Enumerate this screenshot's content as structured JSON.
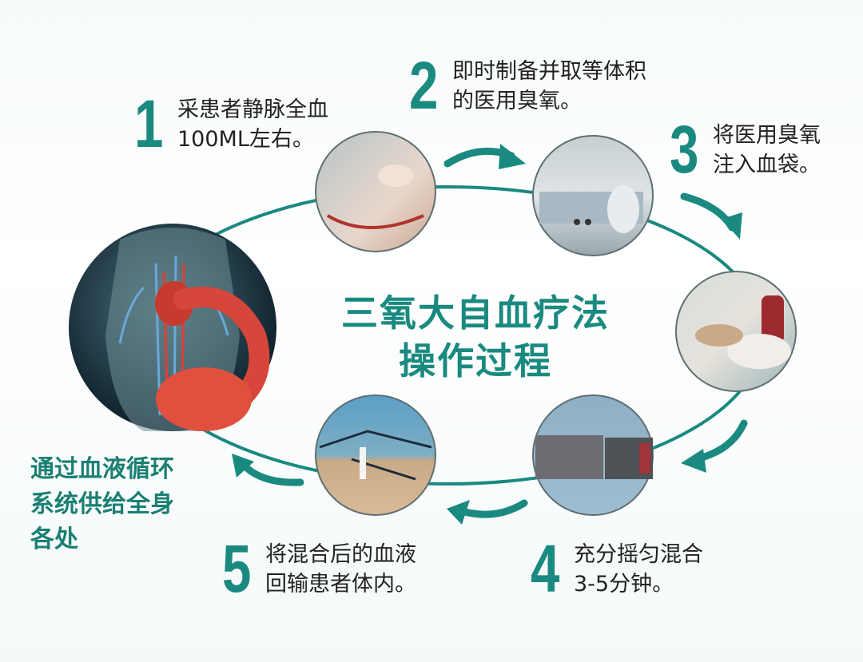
{
  "diagram": {
    "title_line1": "三氧大自血疗法",
    "title_line2": "操作过程",
    "accent_color": "#1a8a80",
    "steps": [
      {
        "number": "1",
        "line1": "采患者静脉全血",
        "line2": "100ML左右。",
        "photo": "blood-draw-photo"
      },
      {
        "number": "2",
        "line1": "即时制备并取等体积",
        "line2": "的医用臭氧。",
        "photo": "ozone-generator-photo"
      },
      {
        "number": "3",
        "line1": "将医用臭氧",
        "line2": "注入血袋。",
        "photo": "ozone-injection-photo"
      },
      {
        "number": "4",
        "line1": "充分摇匀混合",
        "line2": "3-5分钟。",
        "photo": "mixing-photo"
      },
      {
        "number": "5",
        "line1": "将混合后的血液",
        "line2": "回输患者体内。",
        "photo": "reinfusion-photo"
      }
    ],
    "final_note": {
      "line1": "通过血液循环",
      "line2": "系统供给全身",
      "line3": "各处",
      "photo": "circulatory-system-illustration"
    }
  }
}
